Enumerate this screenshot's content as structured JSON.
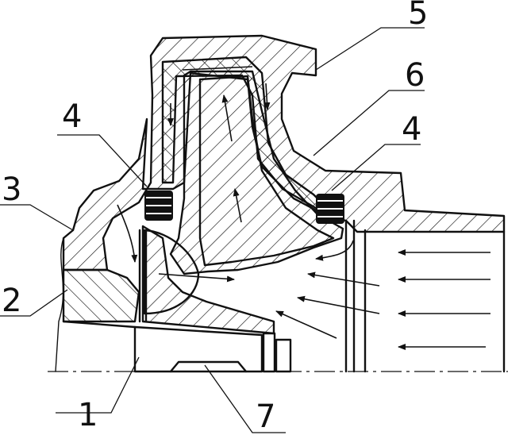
{
  "figure": {
    "callouts": [
      {
        "id": "c1",
        "text": "1"
      },
      {
        "id": "c2",
        "text": "2"
      },
      {
        "id": "c3",
        "text": "3"
      },
      {
        "id": "c4a",
        "text": "4"
      },
      {
        "id": "c4b",
        "text": "4"
      },
      {
        "id": "c5",
        "text": "5"
      },
      {
        "id": "c6",
        "text": "6"
      },
      {
        "id": "c7",
        "text": "7"
      }
    ]
  }
}
